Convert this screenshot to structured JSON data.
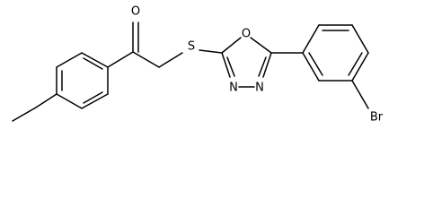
{
  "atoms": {
    "oxygen_carbonyl": "O",
    "sulfur": "S",
    "oxygen_ring": "O",
    "nitrogen_left": "N",
    "nitrogen_right": "N",
    "bromine": "Br"
  }
}
